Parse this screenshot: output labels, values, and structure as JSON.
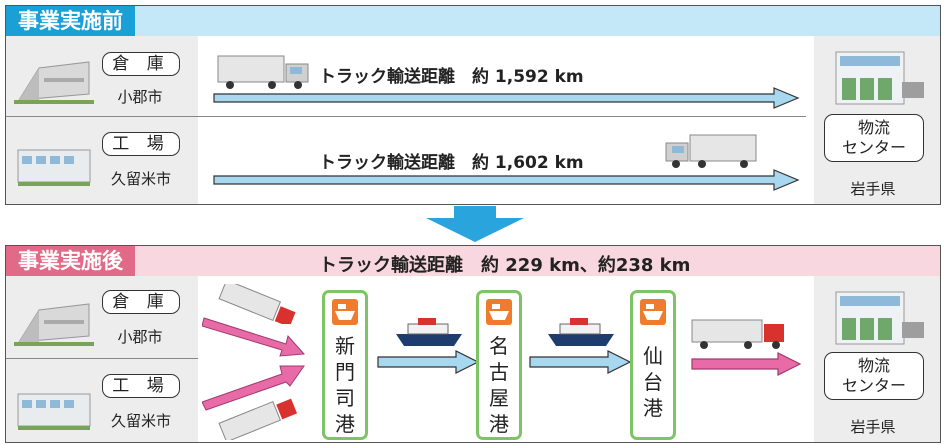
{
  "before": {
    "title": "事業実施前",
    "row1": {
      "facility": "倉 庫",
      "city": "小郡市",
      "distance": "トラック輸送距離　約 1,592 km"
    },
    "row2": {
      "facility": "工 場",
      "city": "久留米市",
      "distance": "トラック輸送距離　約 1,602 km"
    },
    "destination": {
      "name_line1": "物流",
      "name_line2": "センター",
      "pref": "岩手県"
    }
  },
  "after": {
    "title": "事業実施後",
    "distance": "トラック輸送距離　約 229 km、約238 km",
    "row1": {
      "facility": "倉 庫",
      "city": "小郡市"
    },
    "row2": {
      "facility": "工 場",
      "city": "久留米市"
    },
    "ports": [
      {
        "name": [
          "新",
          "門",
          "司",
          "港"
        ]
      },
      {
        "name": [
          "名",
          "古",
          "屋",
          "港"
        ]
      },
      {
        "name": [
          "仙",
          "台",
          "港"
        ]
      }
    ],
    "destination": {
      "name_line1": "物流",
      "name_line2": "センター",
      "pref": "岩手県"
    }
  },
  "colors": {
    "before_header": "#1a9fd6",
    "before_band": "#c5e8f8",
    "after_header": "#e06a88",
    "after_band": "#f9d7e0",
    "arrow_blue": "#a8d8f0",
    "arrow_pink": "#e86aa6",
    "port_border": "#7ec466",
    "port_icon": "#ef7b2e",
    "down_arrow": "#2aa4dc"
  }
}
